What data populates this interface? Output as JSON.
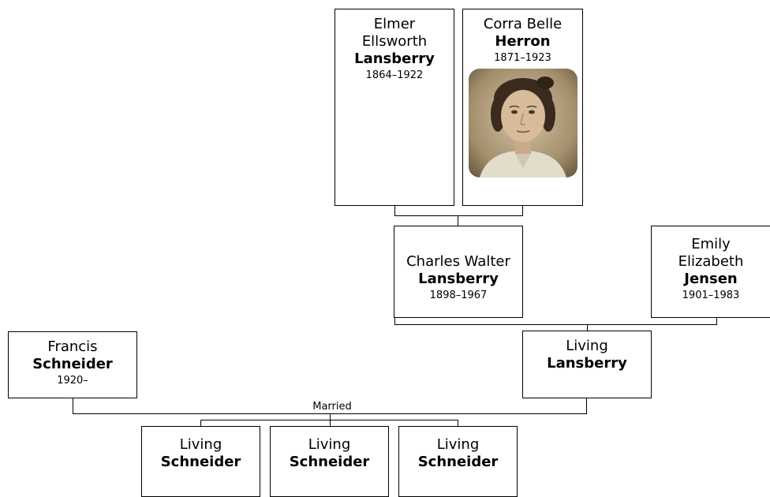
{
  "people": {
    "elmer": {
      "given": "Elmer Ellsworth",
      "surname": "Lansberry",
      "dates": "1864–1922"
    },
    "corra": {
      "given": "Corra Belle",
      "surname": "Herron",
      "dates": "1871–1923"
    },
    "charles": {
      "given": "Charles Walter",
      "surname": "Lansberry",
      "dates": "1898–1967"
    },
    "emily": {
      "given": "Emily Elizabeth",
      "surname": "Jensen",
      "dates": "1901–1983"
    },
    "francis": {
      "given": "Francis",
      "surname": "Schneider",
      "dates": "1920–"
    },
    "living_lansberry": {
      "given": "Living",
      "surname": "Lansberry"
    },
    "child1": {
      "given": "Living",
      "surname": "Schneider"
    },
    "child2": {
      "given": "Living",
      "surname": "Schneider"
    },
    "child3": {
      "given": "Living",
      "surname": "Schneider"
    }
  },
  "relationship_label": "Married",
  "colors": {
    "border": "#000000",
    "connector": "#000000",
    "background": "#ffffff"
  }
}
